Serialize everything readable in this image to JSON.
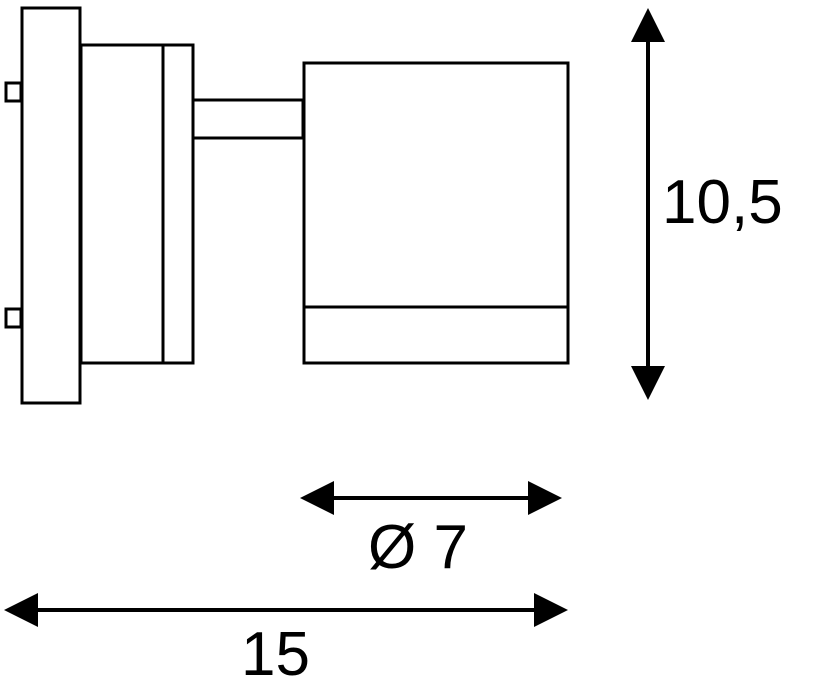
{
  "dimensions": {
    "height_label": "10,5",
    "diameter_label": "Ø 7",
    "width_label": "15"
  },
  "colors": {
    "stroke": "#000000",
    "background": "#ffffff"
  }
}
